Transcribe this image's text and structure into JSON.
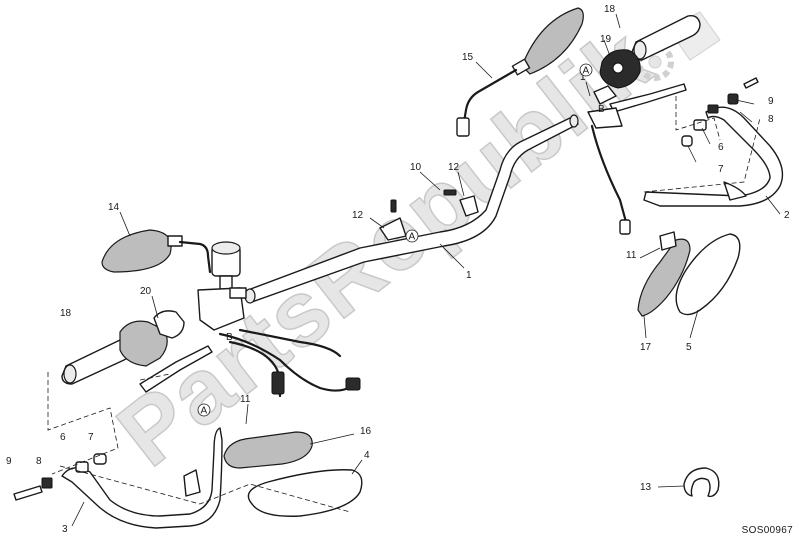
{
  "diagram": {
    "code": "SOS00967",
    "callouts": [
      {
        "id": "c1a",
        "text": "1"
      },
      {
        "id": "c1b",
        "text": "1"
      },
      {
        "id": "c2",
        "text": "2"
      },
      {
        "id": "c3",
        "text": "3"
      },
      {
        "id": "c4",
        "text": "4"
      },
      {
        "id": "c5",
        "text": "5"
      },
      {
        "id": "c6a",
        "text": "6"
      },
      {
        "id": "c6b",
        "text": "6"
      },
      {
        "id": "c7a",
        "text": "7"
      },
      {
        "id": "c7b",
        "text": "7"
      },
      {
        "id": "c8a",
        "text": "8"
      },
      {
        "id": "c8b",
        "text": "8"
      },
      {
        "id": "c9a",
        "text": "9"
      },
      {
        "id": "c9b",
        "text": "9"
      },
      {
        "id": "c10",
        "text": "10"
      },
      {
        "id": "c11a",
        "text": "11"
      },
      {
        "id": "c11b",
        "text": "11"
      },
      {
        "id": "c12a",
        "text": "12"
      },
      {
        "id": "c12b",
        "text": "12"
      },
      {
        "id": "c13",
        "text": "13"
      },
      {
        "id": "c14",
        "text": "14"
      },
      {
        "id": "c15",
        "text": "15"
      },
      {
        "id": "c16",
        "text": "16"
      },
      {
        "id": "c17",
        "text": "17"
      },
      {
        "id": "c18a",
        "text": "18"
      },
      {
        "id": "c18b",
        "text": "18"
      },
      {
        "id": "c19",
        "text": "19"
      },
      {
        "id": "c20",
        "text": "20"
      },
      {
        "id": "refA1",
        "text": "A"
      },
      {
        "id": "refA2",
        "text": "A"
      },
      {
        "id": "refA3",
        "text": "A"
      },
      {
        "id": "refB1",
        "text": "B"
      },
      {
        "id": "refB2",
        "text": "B"
      }
    ]
  },
  "watermark": {
    "text": "PartsRepublik"
  },
  "colors": {
    "line": "#1a1a1a",
    "watermark": "#e6e6e6"
  }
}
